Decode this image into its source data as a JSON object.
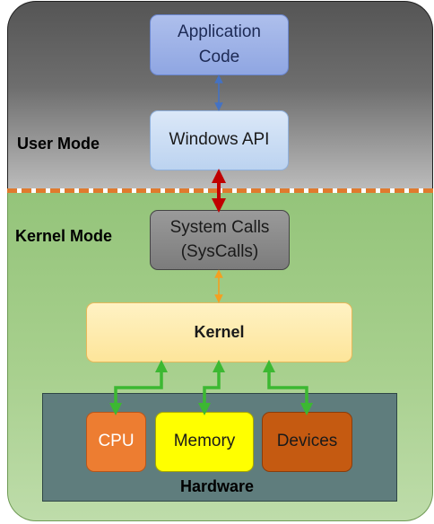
{
  "zones": {
    "user_mode": "User Mode",
    "kernel_mode": "Kernel Mode"
  },
  "boxes": {
    "application_code": [
      "Application",
      "Code"
    ],
    "windows_api": "Windows API",
    "system_calls": [
      "System Calls",
      "(SysCalls)"
    ],
    "kernel": "Kernel",
    "hardware": {
      "label": "Hardware",
      "cpu": "CPU",
      "memory": "Memory",
      "devices": "Devices"
    }
  },
  "colors": {
    "user_zone": "#666666",
    "kernel_zone": "#a8d08e",
    "boundary_dash": "#e07a2e",
    "arrow_app_api": "#4472c4",
    "arrow_api_syscall": "#c00000",
    "arrow_syscall_kernel": "#f4a020",
    "arrow_kernel_hw": "#3cb832",
    "cpu": "#ed7d31",
    "memory": "#ffff00",
    "devices": "#c55a11",
    "hardware_panel": "#5f7d7d"
  }
}
